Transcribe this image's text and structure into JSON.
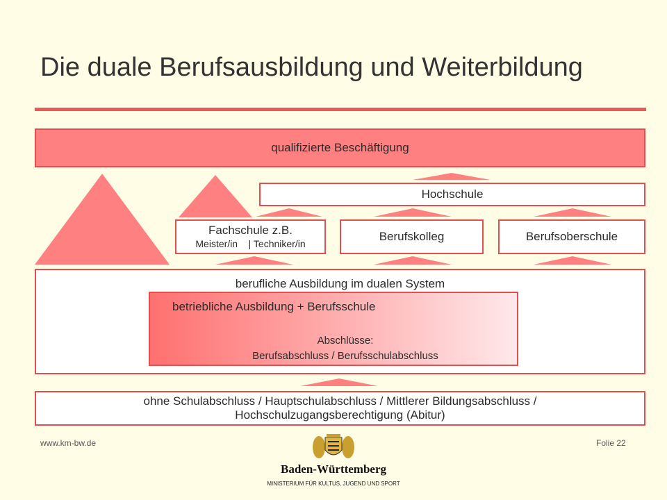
{
  "title": "Die duale Berufsausbildung und Weiterbildung",
  "boxes": {
    "top": "qualifizierte  Beschäftigung",
    "hochschule": "Hochschule",
    "fachschule_line1": "Fachschule z.B.",
    "fachschule_line2": "Meister/in    | Techniker/in",
    "berufskolleg": "Berufskolleg",
    "berufsoberschule": "Berufsoberschule",
    "dual_system": "berufliche Ausbildung  im dualen  System",
    "inner_line1": "betriebliche Ausbildung  + Berufsschule",
    "inner_line2": "Abschlüsse:",
    "inner_line3": "Berufsabschluss / Berufsschulabschluss",
    "bottom_line1": "ohne Schulabschluss  / Hauptschulabschluss  / Mittlerer Bildungsabschluss  /",
    "bottom_line2": "Hochschulzugangsberechtigung  (Abitur)"
  },
  "footer": {
    "url": "www.km-bw.de",
    "slide": "Folie 22",
    "brand": "Baden-Württemberg",
    "ministry": "MINISTERIUM FÜR KULTUS, JUGEND UND SPORT"
  },
  "colors": {
    "accent": "#e85a5a",
    "fill": "#ff8080",
    "background": "#fffde6"
  },
  "icons": [
    "coat-of-arms-icon"
  ]
}
